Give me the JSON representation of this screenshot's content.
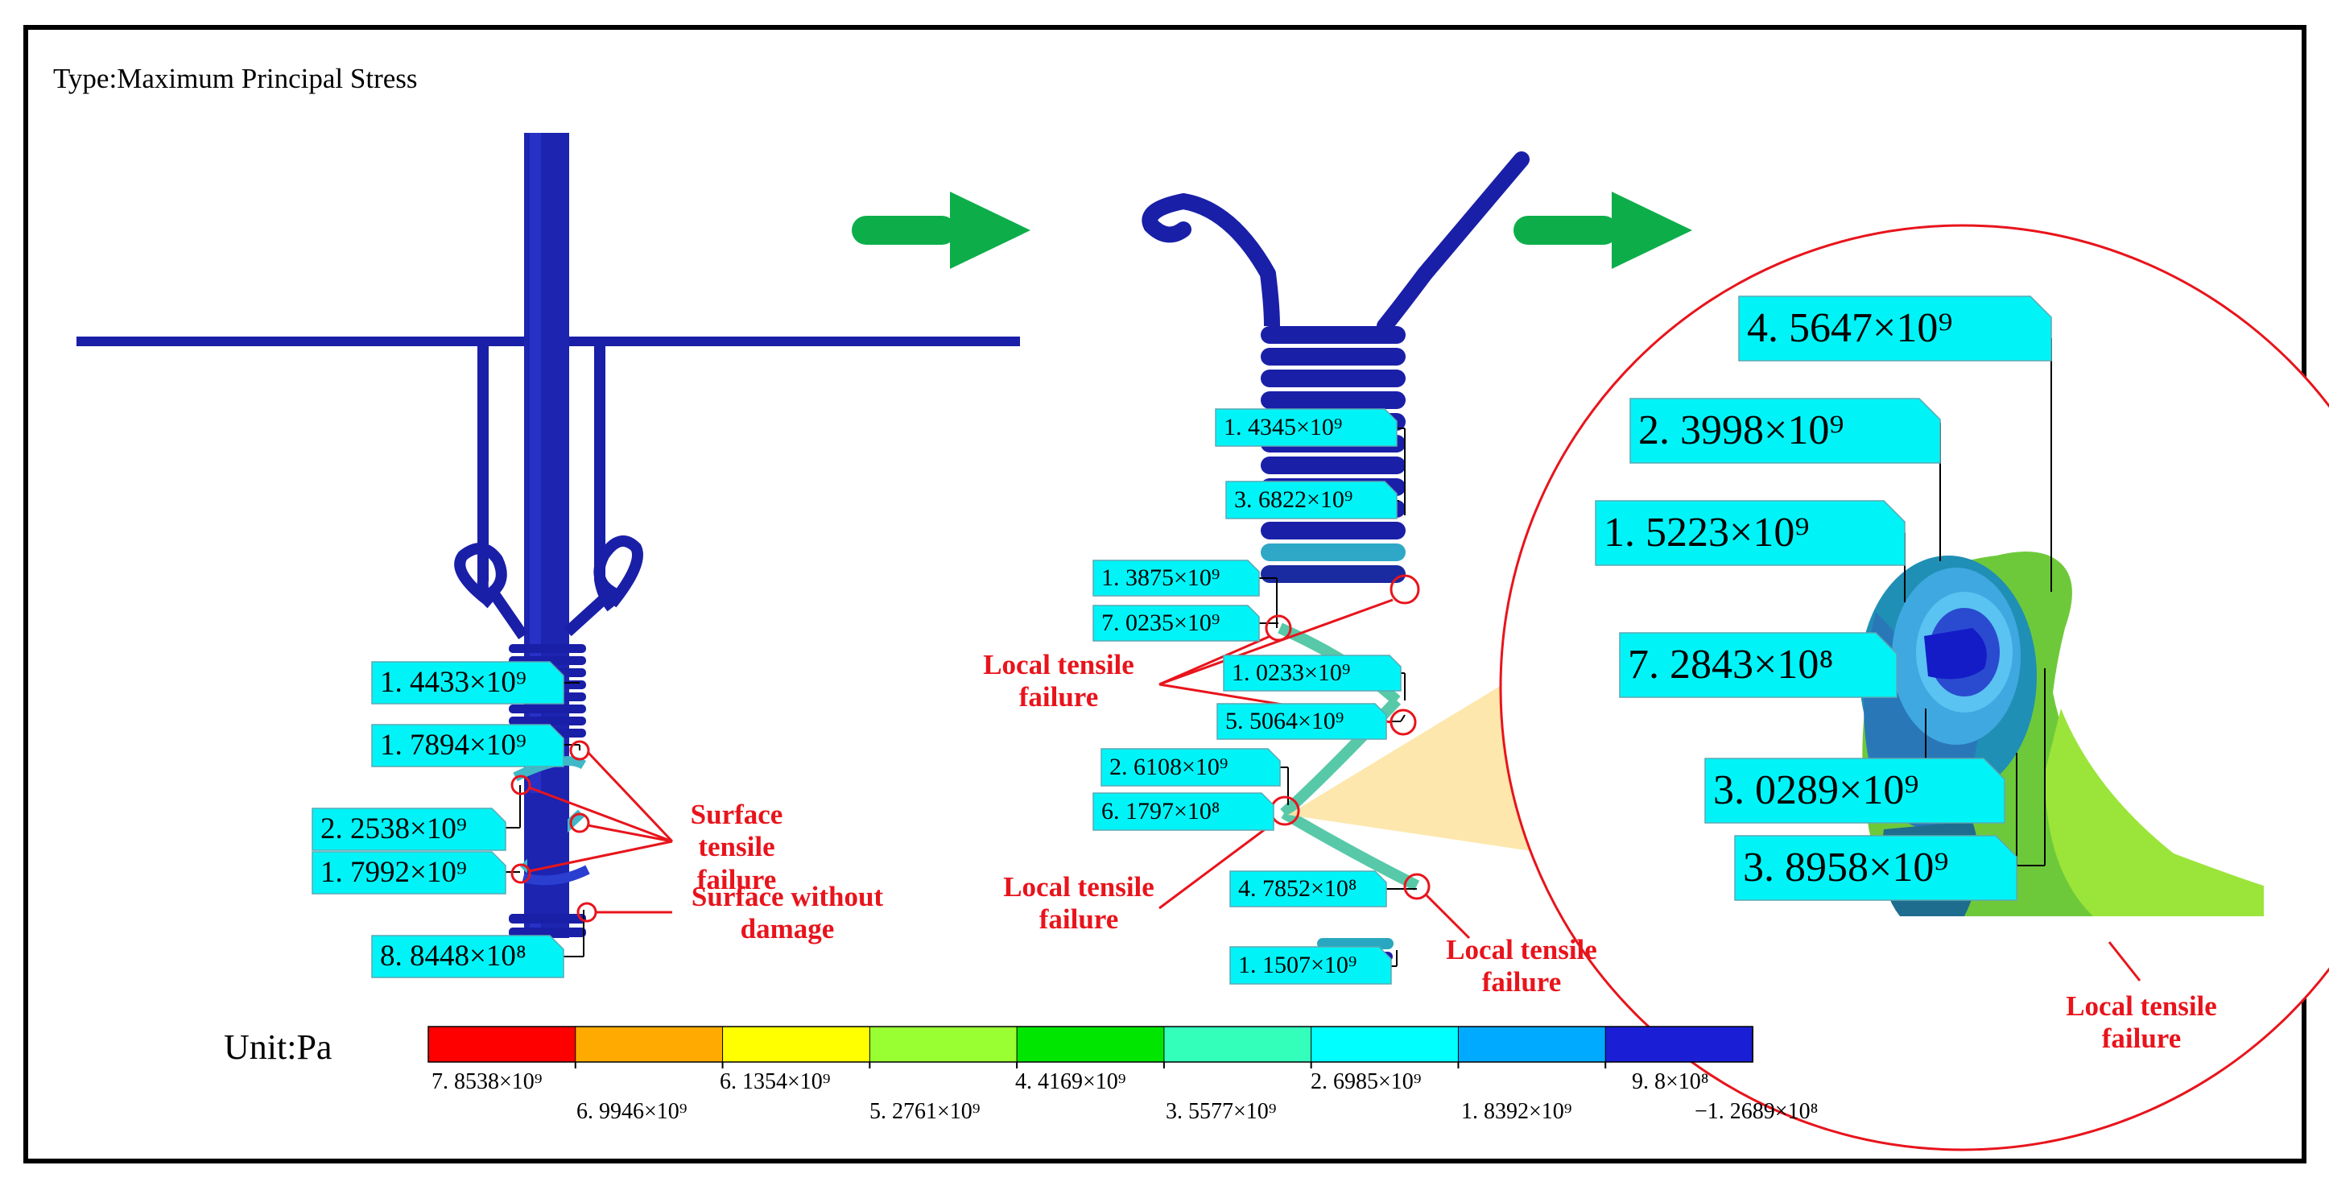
{
  "type_label": "Type:Maximum Principal Stress",
  "unit_label": "Unit:Pa",
  "colors": {
    "model_blue": "#1a1fa8",
    "callout_fill": "#00f4f7",
    "failure_red": "#e8141c",
    "arrow_green": "#0dae4a",
    "highlight_wedge": "#fde6a8"
  },
  "legend": {
    "bands": [
      "#ff0000",
      "#ffaa00",
      "#ffff00",
      "#99ff33",
      "#00e600",
      "#33ffbb",
      "#00ffff",
      "#00aaff",
      "#1a1fd6"
    ],
    "upper_ticks": [
      "7. 8538×10⁹",
      "6. 1354×10⁹",
      "4. 4169×10⁹",
      "2. 6985×10⁹",
      "9. 8×10⁸"
    ],
    "lower_ticks": [
      "6. 9946×10⁹",
      "5. 2761×10⁹",
      "3. 5577×10⁹",
      "1. 8392×10⁹",
      "−1. 2689×10⁸"
    ]
  },
  "panel1": {
    "callouts": [
      "1. 4433×10⁹",
      "1. 7894×10⁹",
      "2. 2538×10⁹",
      "1. 7992×10⁹",
      "8. 8448×10⁸"
    ],
    "annotations": [
      "Surface tensile\nfailure",
      "Surface without\ndamage"
    ]
  },
  "panel2": {
    "callouts": [
      "1. 4345×10⁹",
      "3. 6822×10⁹",
      "1. 3875×10⁹",
      "7. 0235×10⁹",
      "1. 0233×10⁹",
      "5. 5064×10⁹",
      "2. 6108×10⁹",
      "6. 1797×10⁸",
      "4. 7852×10⁸",
      "1. 1507×10⁹"
    ],
    "annotations": [
      "Local tensile\nfailure",
      "Local tensile\nfailure",
      "Local tensile\nfailure"
    ]
  },
  "panel3": {
    "callouts": [
      "4. 5647×10⁹",
      "2. 3998×10⁹",
      "1. 5223×10⁹",
      "7. 2843×10⁸",
      "3. 0289×10⁹",
      "3. 8958×10⁹"
    ],
    "annotations": [
      "Local tensile\nfailure"
    ]
  }
}
